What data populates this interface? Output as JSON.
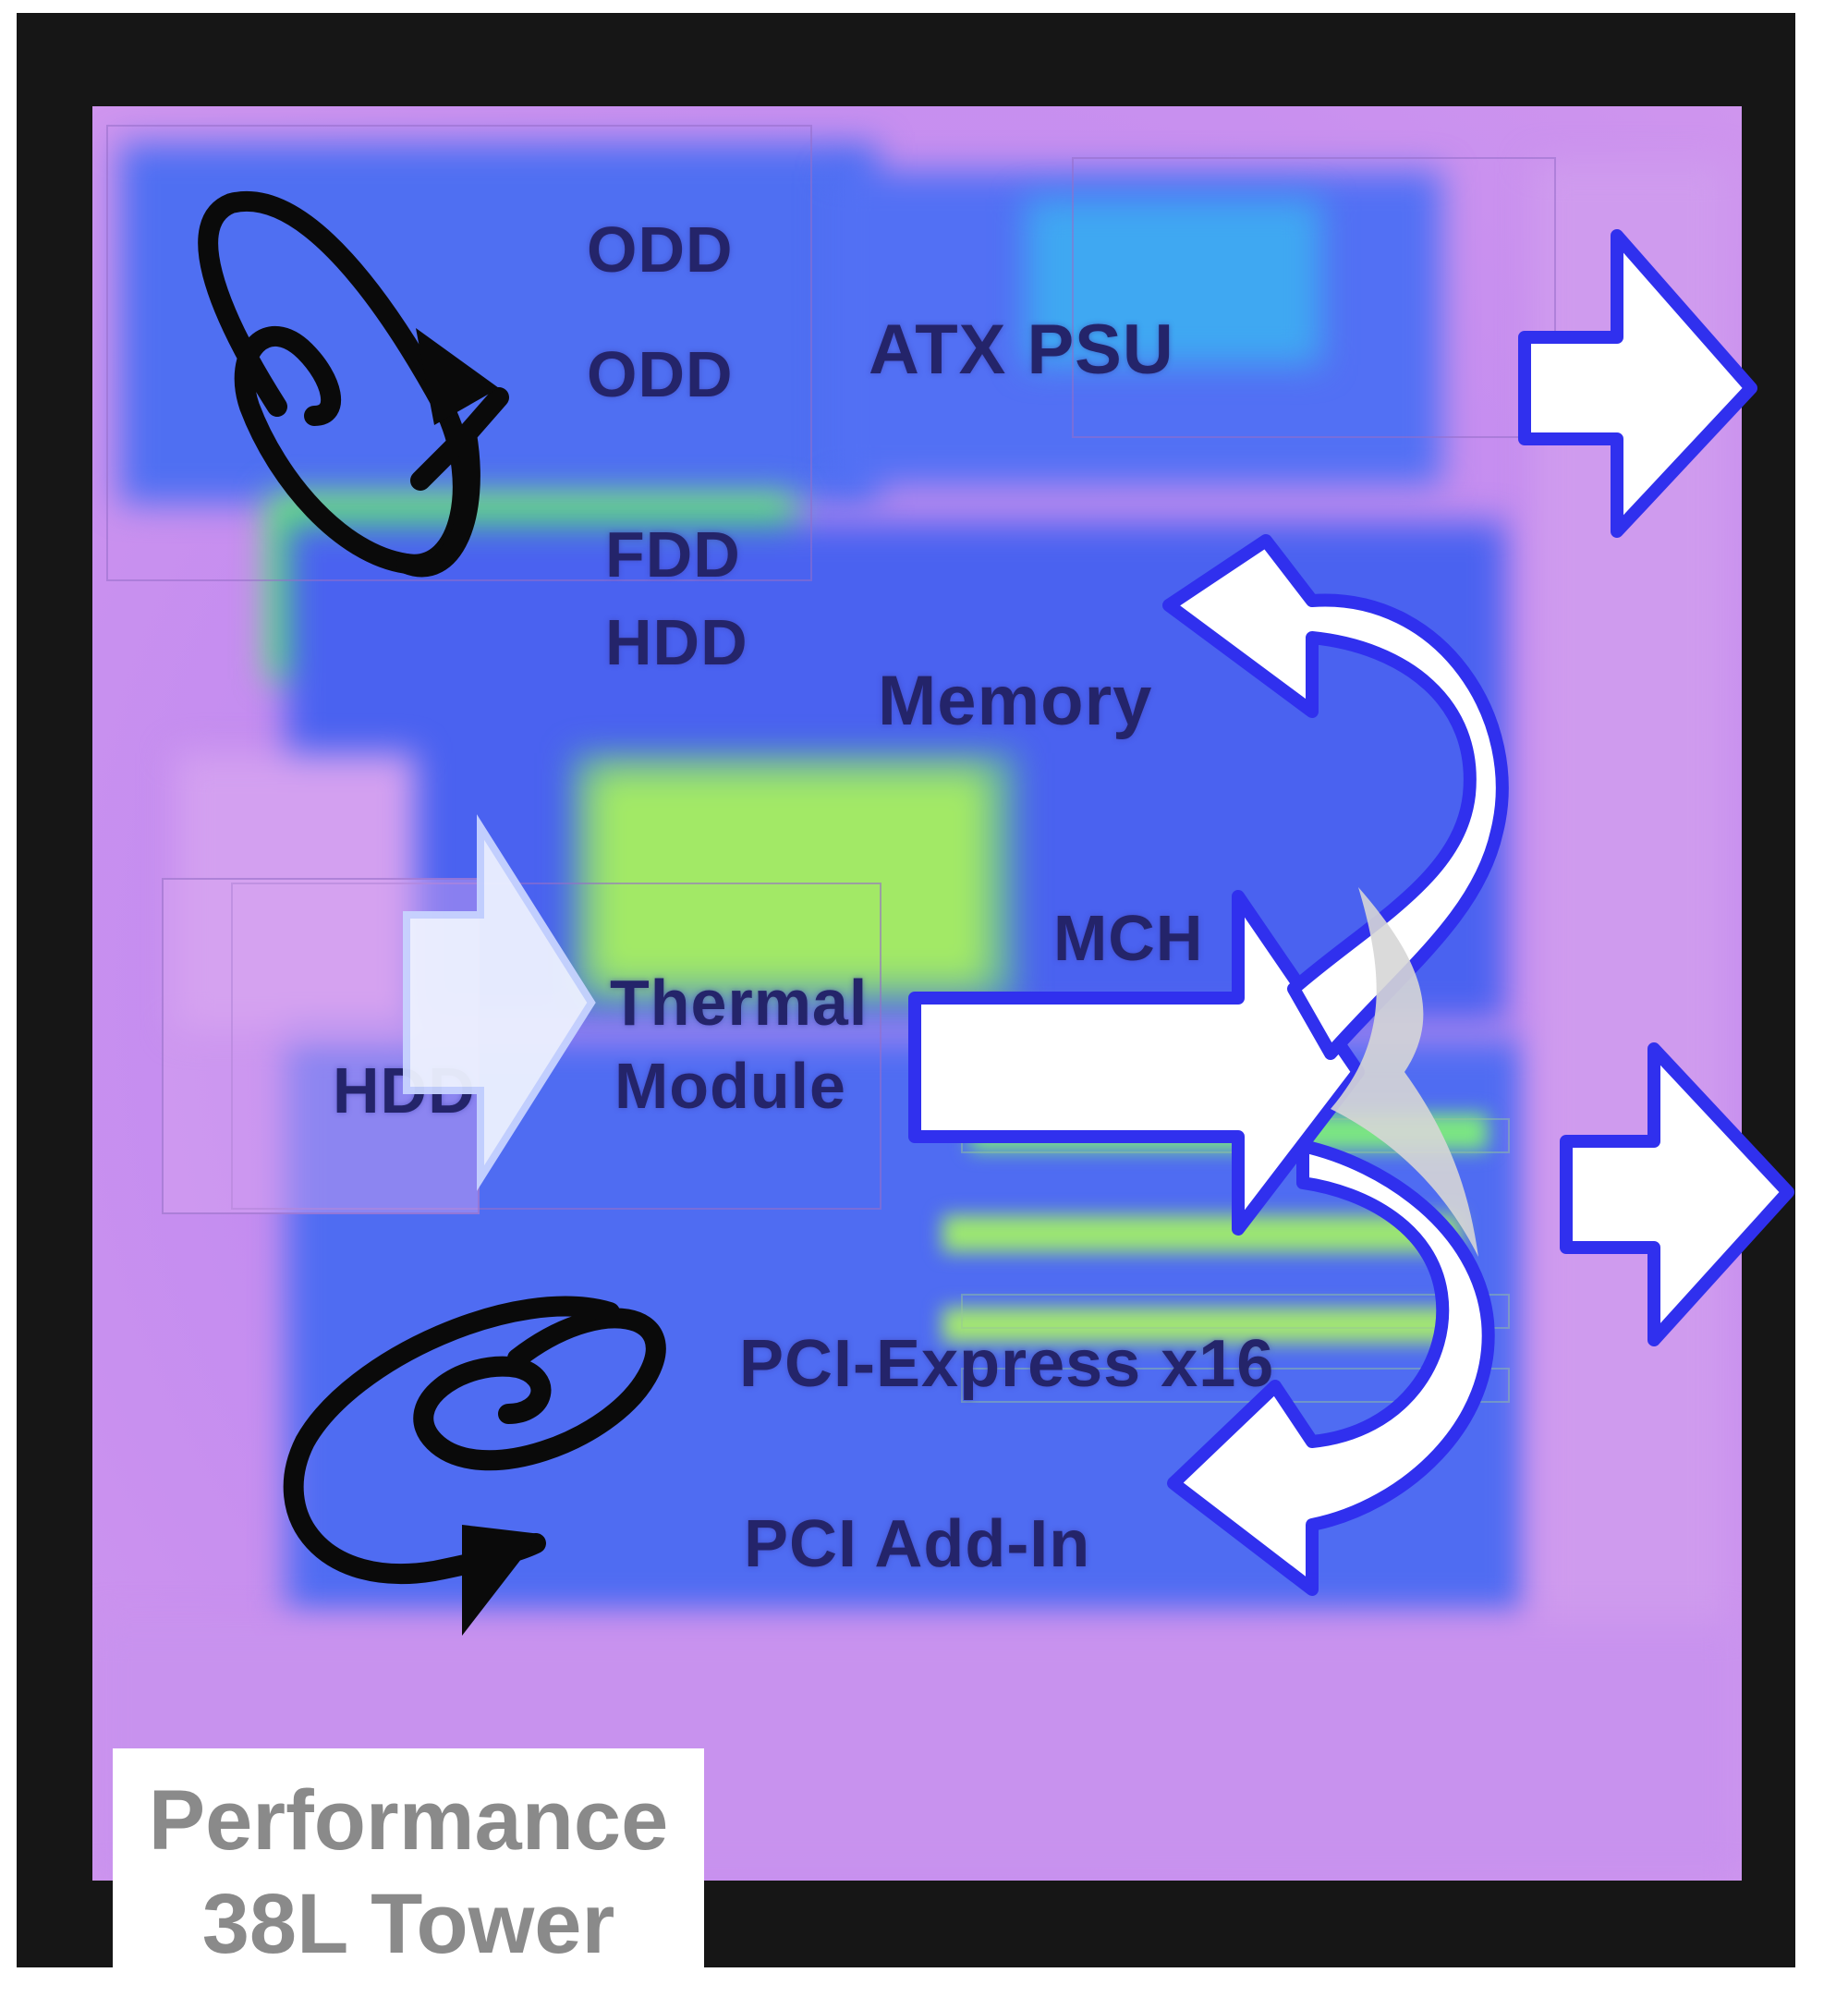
{
  "labels": {
    "odd_top": "ODD",
    "odd_bottom": "ODD",
    "atx_psu": "ATX PSU",
    "fdd": "FDD",
    "hdd_top": "HDD",
    "memory": "Memory",
    "mch": "MCH",
    "thermal_line1": "Thermal",
    "thermal_line2": "Module",
    "hdd_left": "HDD",
    "pci_express": "PCI-Express x16",
    "pci_addin": "PCI Add-In"
  },
  "caption": {
    "line1": "Performance",
    "line2": "38L Tower"
  },
  "colors": {
    "frame": "#161616",
    "case_background": "#c38cf0",
    "airflow_cool": "#4a6cf2",
    "airflow_warm": "#62ee6a",
    "hotspot": "#eaf250",
    "arrow_outline": "#3030ee",
    "arrow_fill": "#ffffff",
    "fan_swirl": "#0a0a0a"
  },
  "icons": {
    "intake_fan_top": "fan-swirl-icon",
    "intake_fan_bottom": "fan-swirl-icon",
    "exhaust_arrows": "arrow-right-icon",
    "recirculation_arrows": "curved-arrow-icon"
  }
}
